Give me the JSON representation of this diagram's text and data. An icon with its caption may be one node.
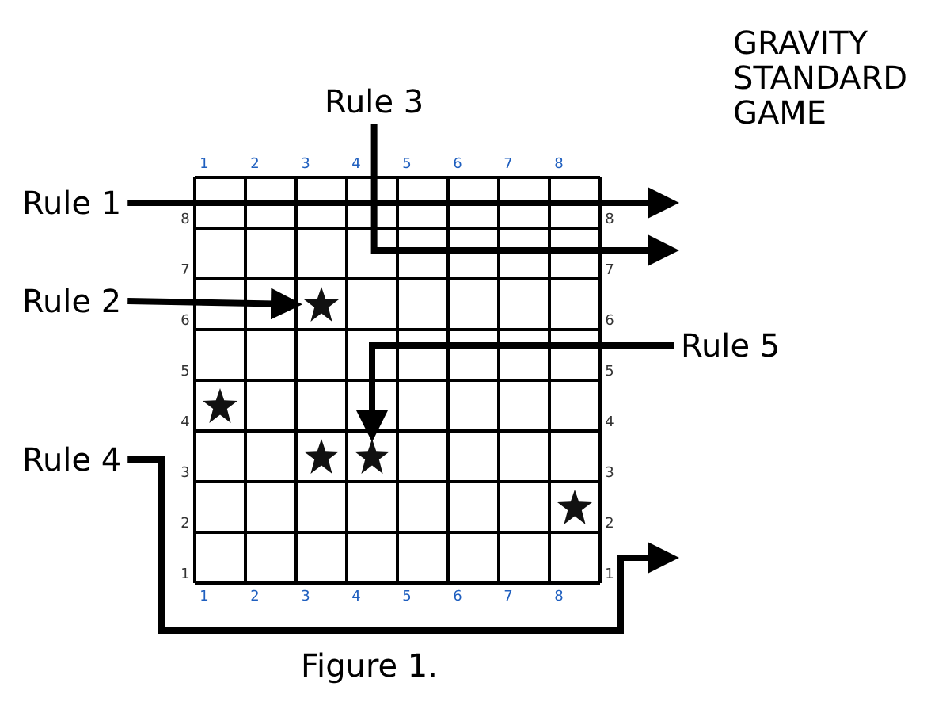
{
  "diagram": {
    "title": "GRAVITY STANDARD GAME",
    "caption": "Figure 1.",
    "nodes": [
      {
        "text": [
          "Rule 3"
        ]
      },
      {
        "text": [
          "Rule 1"
        ]
      },
      {
        "text": [
          "Rule 2"
        ]
      },
      {
        "text": [
          "Rule 5"
        ]
      },
      {
        "text": [
          "Rule 4"
        ]
      },
      {
        "text": [],
        "shape": "star"
      },
      {
        "text": [],
        "shape": "star"
      },
      {
        "text": [],
        "shape": "star"
      },
      {
        "text": [],
        "shape": "star"
      },
      {
        "text": [],
        "shape": "star"
      }
    ],
    "edges": [
      {
        "from": 1,
        "to": null,
        "arrow": "to"
      },
      {
        "from": 0,
        "to": null,
        "arrow": "to"
      },
      {
        "from": 2,
        "to": 5,
        "arrow": "to"
      },
      {
        "from": 3,
        "to": 8,
        "arrow": "to"
      },
      {
        "from": 4,
        "to": null,
        "arrow": "to"
      }
    ],
    "labels": [
      "1",
      "2",
      "3",
      "4",
      "5",
      "6",
      "7",
      "8",
      "8",
      "8",
      "7",
      "7",
      "6",
      "6",
      "5",
      "5",
      "4",
      "4",
      "3",
      "3",
      "2",
      "2",
      "1",
      "1",
      "1",
      "2",
      "3",
      "4",
      "5",
      "6",
      "7",
      "8"
    ]
  }
}
